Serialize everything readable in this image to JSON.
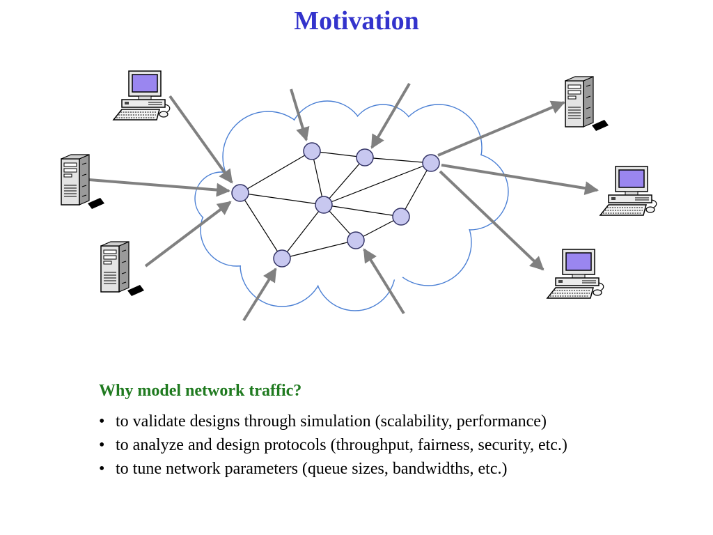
{
  "slide": {
    "title": "Motivation"
  },
  "content": {
    "question": "Why model network traffic?",
    "bullet_glyph": "•",
    "bullets": [
      "to validate designs through simulation (scalability, performance)",
      "to analyze and design protocols (throughput, fairness, security, etc.)",
      "to tune network parameters (queue sizes, bandwidths, etc.)"
    ]
  },
  "diagram": {
    "cloud_stroke": "#4a7fd4",
    "node_fill": "#c8c8f0",
    "node_stroke": "#333366",
    "arrow_color": "#808080",
    "link_color": "#000000",
    "hosts": [
      {
        "kind": "desktop",
        "icon": "desktop-computer-icon"
      },
      {
        "kind": "tower",
        "icon": "tower-server-icon"
      },
      {
        "kind": "tower",
        "icon": "tower-server-icon"
      },
      {
        "kind": "tower",
        "icon": "tower-server-icon"
      },
      {
        "kind": "desktop",
        "icon": "desktop-computer-icon"
      },
      {
        "kind": "desktop",
        "icon": "desktop-computer-icon"
      }
    ]
  }
}
